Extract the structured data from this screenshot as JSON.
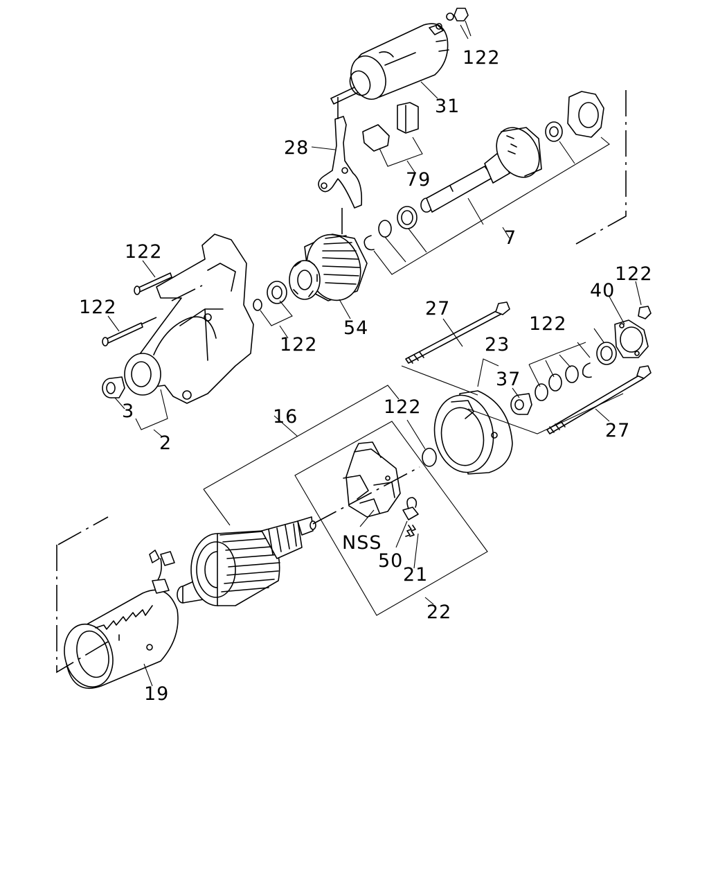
{
  "diagram": {
    "callouts": {
      "c122_top": "122",
      "c31": "31",
      "c28": "28",
      "c79": "79",
      "c7": "7",
      "c122_bolt_upper": "122",
      "c122_bolt_lower": "122",
      "c122_ring": "122",
      "c54": "54",
      "c3": "3",
      "c2": "2",
      "c27_upper": "27",
      "c23": "23",
      "c37": "37",
      "c122_washers": "122",
      "c40": "40",
      "c122_right": "122",
      "c27_lower": "27",
      "c16": "16",
      "c122_oring": "122",
      "cNSS": "NSS",
      "c50": "50",
      "c21": "21",
      "c22": "22",
      "c19": "19"
    }
  }
}
